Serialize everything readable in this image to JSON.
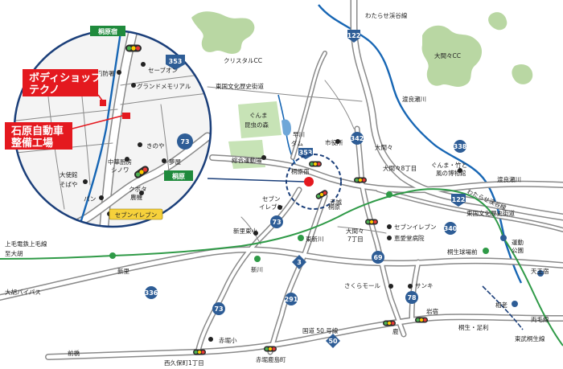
{
  "colors": {
    "background": "#ffffff",
    "green_area": "#b9d7a3",
    "park_area": "#c7e3b6",
    "river": "#1766b4",
    "railway_jr": "#2f9a47",
    "route_shield": "#2e5d96",
    "highlight_red": "#e4191f",
    "tag_green": "#1f8a3c",
    "tag_yellow": "#f6d13b",
    "signal": "#2a2a2a"
  },
  "labels": {
    "watarase_line_top": "わたらせ渓谷線",
    "crystal_cc": "クリスタルCC",
    "omamagcc": "大間々CC",
    "watarase_river": "渡良瀬川",
    "watarase_river2": "渡良瀬川",
    "tohgoku_rekishi_1": "東国文化歴史街道",
    "tohgoku_rekishi_2": "東国文化歴史街道",
    "gunma_konchu_1": "ぐんま",
    "gunma_konchu_2": "昆虫の森",
    "hayakawa_dam_1": "早川",
    "hayakawa_dam_2": "ダム",
    "shiyakusho": "市役所",
    "omama": "大間々",
    "omama_8chome": "大間々8丁目",
    "gunma_museum_1": "ぐんま・竹と",
    "gunma_museum_2": "風の博物館",
    "watarase_line_right": "わたらせ渓谷線",
    "sogo_undojo": "総合運動場",
    "kiryujuku_center": "桐原宿",
    "kiryu_center": "桐原",
    "seven_eleven_mid_1": "セブン",
    "seven_eleven_mid_2": "イレブン",
    "shinsato_elem": "新里東小",
    "akagi": "赤城",
    "omama_7chome_1": "大間々",
    "omama_7chome_2": "7丁目",
    "seven_eleven_right": "セブンイレブン",
    "keiai_hospital": "恵愛堂病院",
    "undo_koen_1": "運動",
    "undo_koen_2": "公園",
    "kiryu_kyujo": "桐生球場前",
    "higashi_shinsato": "東新川",
    "kamimo_line_1": "上毛電鉄上毛線",
    "kamimo_line_2": "至大胡",
    "shinkawa": "新川",
    "shinsato": "新里",
    "sakura_mall": "さくらモール",
    "sanki": "サンキ",
    "tenjinjuku": "天王宿",
    "ogo_bypass": "大胡バイパス",
    "iwajuku": "岩宿",
    "kiryu_ashikaga": "桐生・足利",
    "aioi": "相老",
    "tobu_kiryu_line": "東武桐生線",
    "akabori_elem": "赤堀小",
    "kokudo_50": "国道 50 号線",
    "shika": "鹿",
    "to_maebashi": "前橋",
    "hisakubo_1chome": "西久保町1丁目",
    "akabori_kashima": "赤堀鹿島町",
    "jr_ryomo_line": "両毛線"
  },
  "inset": {
    "kiryujuku": "桐原宿",
    "kiryu": "桐原",
    "shobosho": "消防署",
    "seven_eleven_a": "セーブオン",
    "grand_memorial": "グランドメモリアル",
    "kinoya": "きのや",
    "yumeya": "夢屋",
    "chuka_1": "中華厨房",
    "chuka_2": "シノワ",
    "ootsuka_1": "大使館",
    "ootsuka_2": "そばや",
    "pan": "パン",
    "kubota_1": "クボタ",
    "kubota_2": "農機",
    "seven_eleven": "セブンイレブン",
    "bodyshop_1": "ボディショップ",
    "bodyshop_2": "テクノ",
    "ishihara_1": "石原自動車",
    "ishihara_2": "整備工場"
  },
  "routes": {
    "r122_top": "122",
    "r353_inset": "353",
    "r73_inset": "73",
    "r353_center": "353",
    "r342": "342",
    "r338": "338",
    "r122_mid": "122",
    "r340": "340",
    "r73_mid": "73",
    "r3": "3",
    "r69": "69",
    "r78": "78",
    "r291": "291",
    "r336": "336",
    "r73_bottom": "73",
    "r50": "50"
  }
}
